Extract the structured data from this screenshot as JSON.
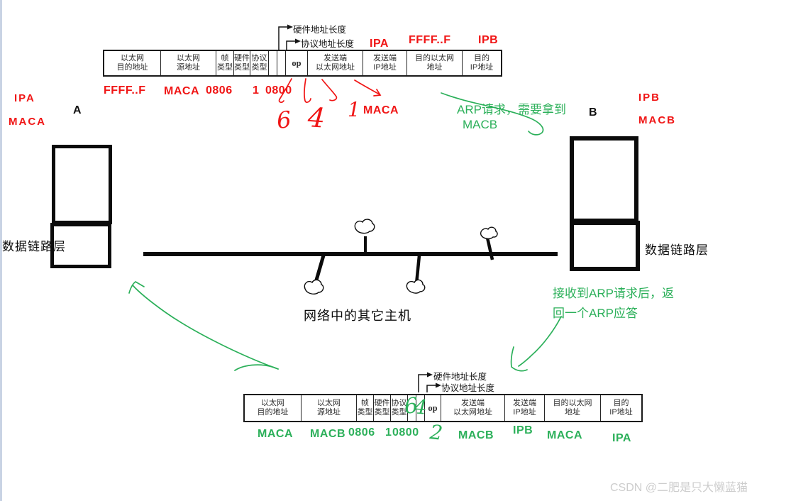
{
  "page": {
    "watermark": "CSDN @二肥是只大懒蓝猫"
  },
  "colors": {
    "annotation_red": "#f01515",
    "annotation_green": "#2cb05a",
    "diagram_black": "#0b0b0b"
  },
  "hosts": {
    "a_label": "A",
    "b_label": "B",
    "left_layer_label": "数据链路层",
    "right_layer_label": "数据链路层",
    "left_ip": "IPA",
    "left_mac": "MACA",
    "right_ip": "IPB",
    "right_mac": "MACB",
    "other_hosts_label": "网络中的其它主机"
  },
  "notes": {
    "arp_request": {
      "line1": "ARP请求，需要拿到",
      "line2": "MACB"
    },
    "arp_reply": {
      "line1": "接收到ARP请求后，返",
      "line2": "回一个ARP应答"
    }
  },
  "request_table": {
    "columns": [
      "以太网\n目的地址",
      "以太网\n源地址",
      "帧\n类型",
      "硬件\n类型",
      "协议\n类型",
      "",
      "",
      "op",
      "发送端\n以太网地址",
      "发送端\nIP地址",
      "目的以太网\n地址",
      "目的\nIP地址"
    ],
    "callouts": {
      "hw_len": "硬件地址长度",
      "proto_len": "协议地址长度"
    },
    "values": {
      "eth_dst": "FFFF..F",
      "eth_src": "MACA",
      "frame_type": "0806",
      "hw_type": "1",
      "proto_type": "0800",
      "hw_addr_len": "6",
      "proto_addr_len": "4",
      "op": "1",
      "sender_mac": "MACA",
      "sender_ip": "IPA",
      "target_mac": "FFFF..F",
      "target_ip": "IPB"
    }
  },
  "reply_table": {
    "columns": [
      "以太网\n目的地址",
      "以太网\n源地址",
      "帧\n类型",
      "硬件\n类型",
      "协议\n类型",
      "",
      "",
      "op",
      "发送端\n以太网地址",
      "发送端\nIP地址",
      "目的以太网\n地址",
      "目的\nIP地址"
    ],
    "callouts": {
      "hw_len": "硬件地址长度",
      "proto_len": "协议地址长度"
    },
    "values": {
      "eth_dst": "MACA",
      "eth_src": "MACB",
      "frame_type": "0806",
      "hw_type": "1",
      "proto_type": "0800",
      "hw_addr_len": "6",
      "proto_addr_len": "4",
      "op": "2",
      "sender_mac": "MACB",
      "sender_ip": "IPB",
      "target_mac": "MACA",
      "target_ip": "IPA"
    }
  }
}
